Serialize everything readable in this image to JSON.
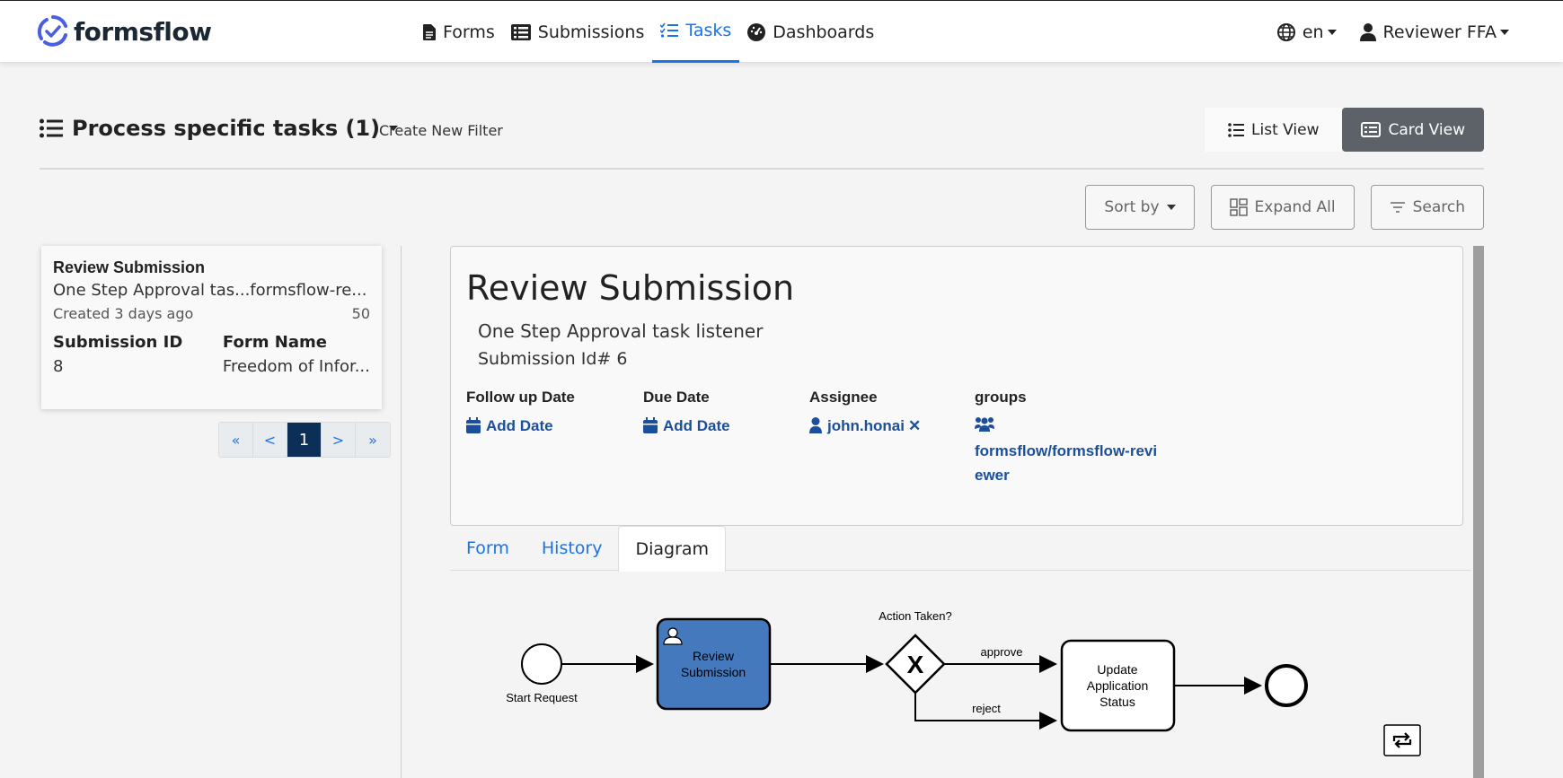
{
  "brand": {
    "name": "formsflow"
  },
  "nav": {
    "links": [
      {
        "label": "Forms",
        "icon": "file-icon"
      },
      {
        "label": "Submissions",
        "icon": "list-box-icon"
      },
      {
        "label": "Tasks",
        "icon": "checklist-icon",
        "active": true
      },
      {
        "label": "Dashboards",
        "icon": "gauge-icon"
      }
    ],
    "language": "en",
    "user": "Reviewer FFA"
  },
  "filter": {
    "title": "Process specific tasks (1)",
    "create_label": "Create New Filter"
  },
  "views": {
    "list_label": "List View",
    "card_label": "Card View"
  },
  "toolbar": {
    "sort_label": "Sort by",
    "expand_label": "Expand All",
    "search_label": "Search"
  },
  "task_card": {
    "title": "Review Submission",
    "description": "One Step Approval tas...formsflow-re...",
    "created": "Created 3 days ago",
    "priority": "50",
    "submission_id_label": "Submission ID",
    "submission_id": "8",
    "form_name_label": "Form Name",
    "form_name": "Freedom of Infor..."
  },
  "pagination": {
    "first": "«",
    "prev": "<",
    "current": "1",
    "next": ">",
    "last": "»"
  },
  "detail": {
    "title": "Review Submission",
    "process": "One Step Approval task listener",
    "submission": "Submission Id# 6",
    "follow_up_label": "Follow up Date",
    "follow_up_value": "Add Date",
    "due_label": "Due Date",
    "due_value": "Add Date",
    "assignee_label": "Assignee",
    "assignee_value": "john.honai",
    "assignee_remove": "✕",
    "groups_label": "groups",
    "groups_value": "formsflow/formsflow-reviewer"
  },
  "tabs": [
    {
      "label": "Form"
    },
    {
      "label": "History"
    },
    {
      "label": "Diagram",
      "active": true
    }
  ],
  "diagram": {
    "start_label": "Start Request",
    "task_line1": "Review",
    "task_line2": "Submission",
    "gateway_label": "Action Taken?",
    "approve_label": "approve",
    "reject_label": "reject",
    "update_line1": "Update",
    "update_line2": "Application",
    "update_line3": "Status",
    "colors": {
      "active_task": "#4479bd"
    }
  }
}
